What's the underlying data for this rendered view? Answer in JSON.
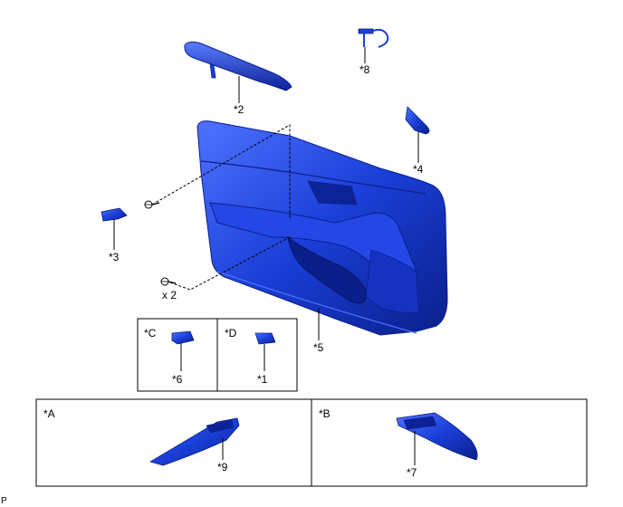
{
  "parts": [
    {
      "label": "*1"
    },
    {
      "label": "*2"
    },
    {
      "label": "*3"
    },
    {
      "label": "*4"
    },
    {
      "label": "*5"
    },
    {
      "label": "*6"
    },
    {
      "label": "*7"
    },
    {
      "label": "*8"
    },
    {
      "label": "*9"
    }
  ],
  "qty_note": "x 2",
  "views": [
    {
      "label": "*A"
    },
    {
      "label": "*B"
    },
    {
      "label": "*C"
    },
    {
      "label": "*D"
    }
  ],
  "figure_code": "P",
  "colors": {
    "part": "#1a3fd8",
    "part_dark": "#0a1f8a",
    "part_light": "#4f72ff"
  }
}
